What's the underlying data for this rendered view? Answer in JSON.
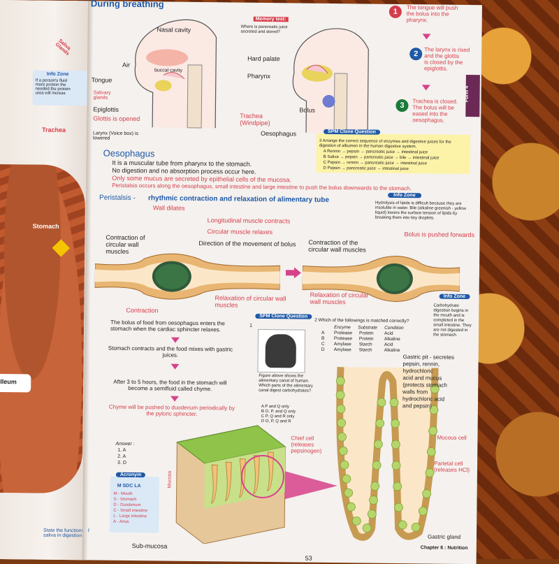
{
  "header": {
    "title": "During breathing"
  },
  "memory_test": {
    "label": "Memory test:",
    "question": "Where is pancreatic juice secreted and stored?"
  },
  "anatomy_labels": {
    "nasal_cavity": "Nasal cavity",
    "air": "Air",
    "buccal_cavity": "buccal cavity",
    "hard_palate": "Hard palate",
    "pharynx": "Pharynx",
    "tongue": "Tongue",
    "salivary_glands": "Salivary\nglands",
    "epiglottis": "Epiglottis",
    "glottis_opened": "Glottis is opened",
    "larynx": "Larynx (Voice box) is\nlowered",
    "trachea": "Trachea\n(Windpipe)",
    "oesophagus": "Oesophagus",
    "bolus": "Bolus"
  },
  "swallow_steps": [
    {
      "num": "1",
      "text": "The tongue will push\nthe bolus into the\npharynx."
    },
    {
      "num": "2",
      "text": "The larynx is rised\nand the glottis\nis closed by the\nepiglottis."
    },
    {
      "num": "3",
      "text": "Trachea is closed.\nThe bolus will be\neased into the\noesophagus."
    }
  ],
  "side_tab": "Form 4",
  "oesophagus": {
    "heading": "Oesophagus",
    "bullets": [
      "It is a muscular tube from pharynx to the stomach.",
      "No digestion and no absorption process occur here.",
      "Only some mucus are secreted by epithelial cells of the mucosa.",
      "Peristalsis occurs along the oesophagus, small intestine and large intestine to push the bolus downwards to the stomach."
    ]
  },
  "spm_question_1": {
    "label": "SPM Clone Question",
    "stem": "3  Arrange the correct sequence of enzymes and digestive juices for the digestion of albumen in the human digestive system.",
    "options": [
      "A   Rennin → pepsin → pancreatic juice → intestinal juice",
      "B   Saliva → pepsin → pancreatic juice → bile → intestinal juice",
      "C   Pepsin → rennin → pancreatic juice → intestinal juice",
      "D   Pepsin → pancreatic juice → intestinal juice"
    ]
  },
  "peristalsis": {
    "title_prefix": "Peristalsis -",
    "title": "rhythmic contraction and relaxation of alimentary tube",
    "wall_dilates": "Wall dilates",
    "longitudinal": "Longitudinal muscle contracts",
    "circular_relaxes": "Circular muscle relaxes",
    "direction": "Direction of the movement of bolus",
    "contraction_left": "Contraction of\ncircular wall\nmuscles",
    "contraction": "Contraction",
    "relaxation_mid": "Relaxation of circular wall\nmuscles",
    "contraction_right": "Contraction of the\ncircular wall muscles",
    "relaxation_right": "Relaxation of circular\nwall muscles",
    "bolus_forwards": "Bolus is pushed forwards"
  },
  "info_zone_1": {
    "label": "Info Zone",
    "text": "Hydrolysis of lipids is difficult because they are insoluble in water. Bile (alkaline greenish - yellow liquid) lowers the surface tension of lipids by breaking them into tiny droplets."
  },
  "info_zone_2": {
    "label": "Info Zone",
    "text": "Carbohydrate digestion begins in the mouth and is completed in the small intestine. They are not digested in the stomach."
  },
  "stomach_flow": [
    "The bolus of food from oesophagus enters the\nstomach when the cardiac sphincter relaxes.",
    "Stomach contracts and the food mixes with gastric\njuices.",
    "After 3 to 5 hours, the food in the stomach will\nbecome a semifluid called chyme.",
    "Chyme will be pushed to duodenum periodically by\nthe pyloric sphincter."
  ],
  "spm_question_2": {
    "label": "SPM Clone Question",
    "number": "1",
    "figure_caption": "Figure above shows the alimentary canal of human. Which parts of the alimentary canal digest carbohydrates?",
    "options": [
      "A   P and Q only",
      "B   O, P, and Q only",
      "C   P, Q and R only",
      "D   O, P, Q and R"
    ],
    "answer_label": "Answer :",
    "answers": [
      "1. A",
      "2. A",
      "3. D"
    ]
  },
  "matching_question": {
    "stem": "2  Which of the followings is matched correctly?",
    "headers": [
      "Enzyme",
      "Substrate",
      "Condition"
    ],
    "rows": [
      [
        "A",
        "Protease",
        "Protein",
        "Acid"
      ],
      [
        "B",
        "Protease",
        "Protein",
        "Alkaline"
      ],
      [
        "C",
        "Amylase",
        "Starch",
        "Acid"
      ],
      [
        "D",
        "Amylase",
        "Starch",
        "Alkaline"
      ]
    ]
  },
  "acronym_box": {
    "label": "Acronym",
    "word": "M SDC LA",
    "lines": [
      "M - Mouth",
      "S - Stomach",
      "D - Duodenum",
      "C - Small intestine",
      "L - Large intestine",
      "A - Anus"
    ]
  },
  "gland_labels": {
    "gastric_pit": "Gastric pit - secretes\npepsin, rennin,\nhydrochloric\nacid and mucus\n(protects stomach\nwalls from\nhydrochloric acid\nand pepsin)",
    "chief_cell": "Chief cell\n(releases\npepsinogen)",
    "mucous_cell": "Mucous cell",
    "parietal_cell": "Parietal cell\n(releases HCl)",
    "gastric_gland": "Gastric gland",
    "mucosa": "Mucosa",
    "sub_mucosa": "Sub-mucosa"
  },
  "left_page": {
    "saliva": "Saliva\nGlands",
    "info_zone": "Info Zone",
    "info_text": "If a person's fluid\nmore protein the\nneeded the protein\nurea will increas",
    "trachea": "Trachea",
    "stomach": "Stomach",
    "ileum": "Ileum",
    "question": "State the functions of\nsaliva in digestion."
  },
  "footer": {
    "page_number": "53",
    "chapter": "Chapter 6 : Nutrition"
  },
  "colors": {
    "heading_blue": "#1f58a6",
    "accent_red": "#d63c4a",
    "accent_pink": "#d6428a",
    "spm_yellow": "#fdf3a8",
    "tissue_green": "#8fc34a"
  }
}
